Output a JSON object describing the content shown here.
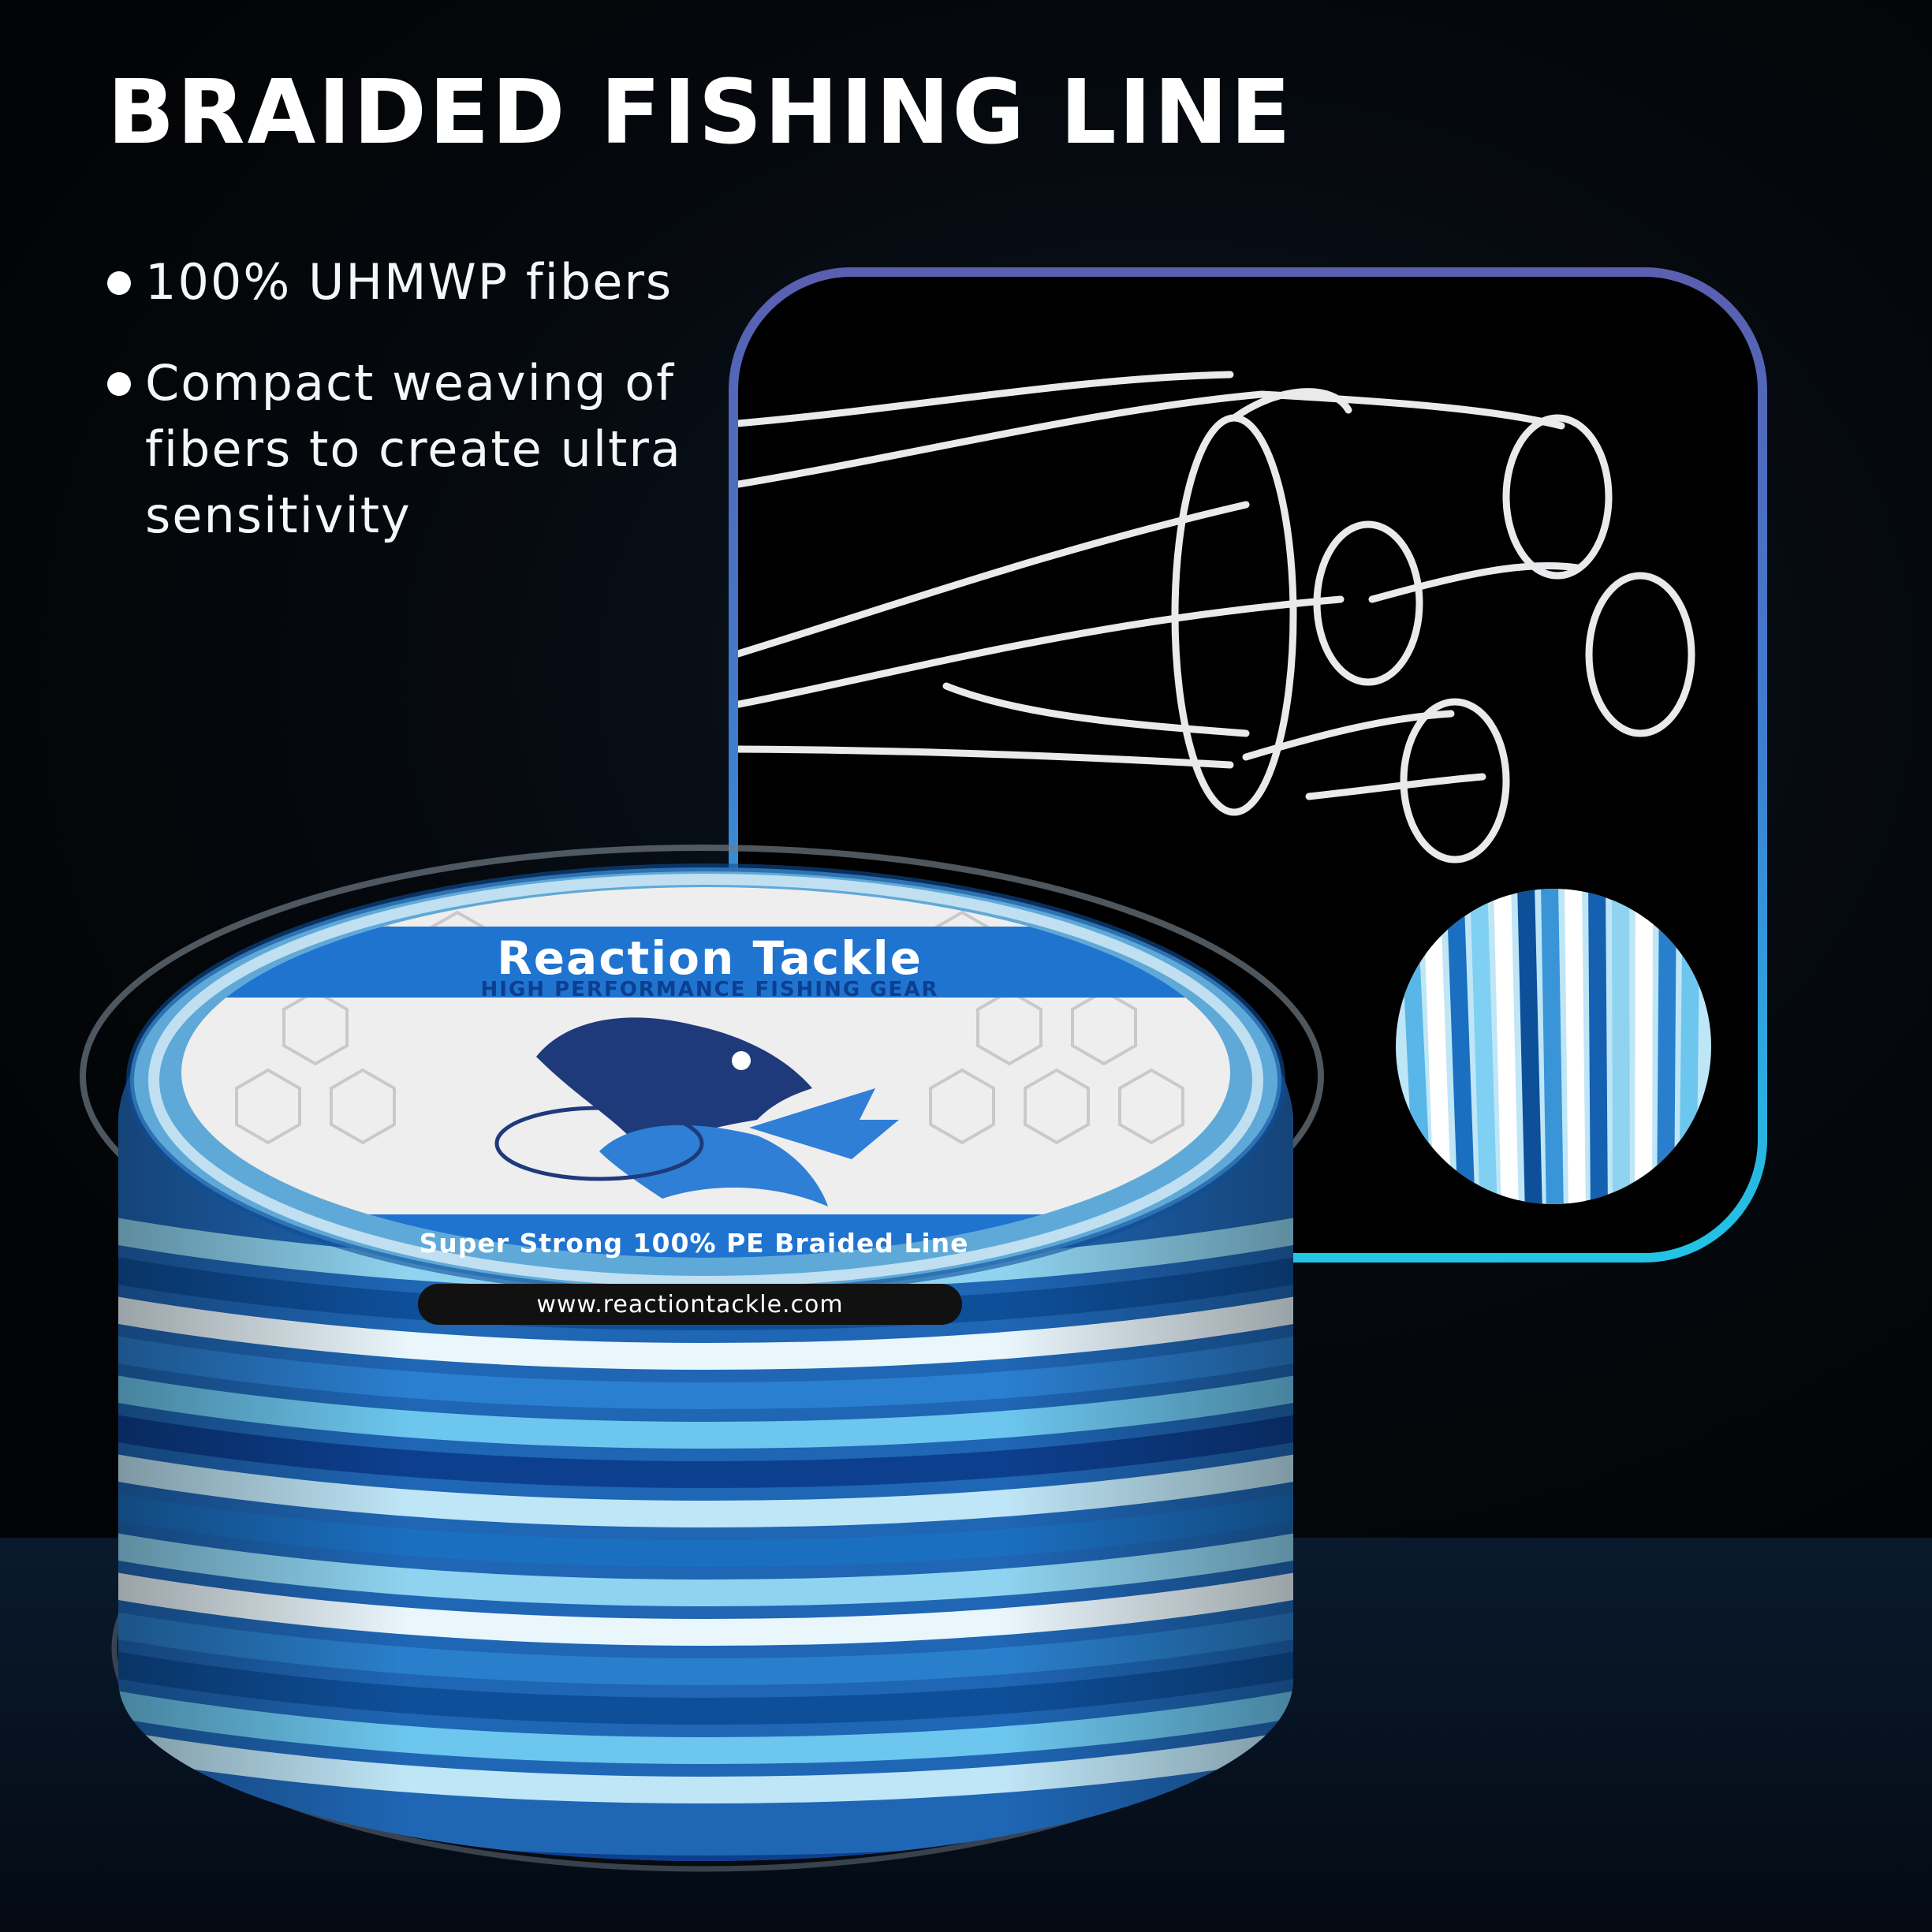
{
  "headline": "BRAIDED FISHING LINE",
  "bullets": [
    "100% UHMWP fibers",
    "Compact weaving of fibers to create ultra sensitivity"
  ],
  "label": {
    "brand": "Reaction Tackle",
    "tagline": "HIGH PERFORMANCE FISHING GEAR",
    "band_text": "Super Strong 100% PE Braided  Line",
    "url": "www.reactiontackle.com"
  },
  "colors": {
    "frame_top": "#5a5fb0",
    "frame_bottom": "#22c4e6",
    "label_blue": "#1f74d0",
    "line_light": "#8fd3f0",
    "line_dark": "#0e4f9a"
  }
}
